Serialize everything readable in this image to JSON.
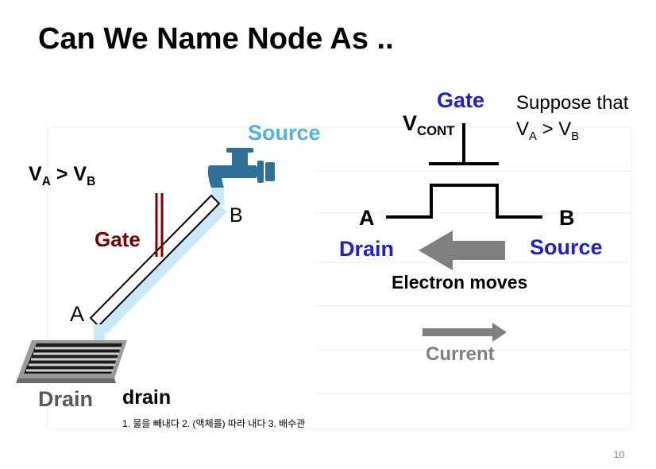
{
  "slide": {
    "title": "Can We Name Node As ..",
    "page_number": "10"
  },
  "faucet_diagram": {
    "source_label": "Source",
    "voltage_cond_main": "V",
    "voltage_cond_sub_a": "A",
    "voltage_cond_op": " > V",
    "voltage_cond_sub_b": "B",
    "gate_label": "Gate",
    "node_b_label": "B",
    "node_a_label": "A",
    "drain_label": "Drain",
    "word": "drain",
    "definition": "1. 물을 빼내다 2. (액체를) 따라 내다 3. 배수관"
  },
  "transistor_diagram": {
    "gate_label": "Gate",
    "vcont_main": "V",
    "vcont_sub": "CONT",
    "note_line1": "Suppose that",
    "note_line2_main": "V",
    "note_line2_sub_a": "A",
    "note_line2_op": " > V",
    "note_line2_sub_b": "B",
    "node_a_label": "A",
    "node_b_label": "B",
    "drain_label": "Drain",
    "source_label": "Source",
    "electron_label": "Electron moves",
    "current_label": "Current"
  },
  "colors": {
    "source_blue": "#4fb3e6",
    "terminal_blue": "#1f1fd6",
    "gate_red": "#7a0000",
    "arrow_gray": "#7f7f7f",
    "water": "#c9e8f8"
  }
}
